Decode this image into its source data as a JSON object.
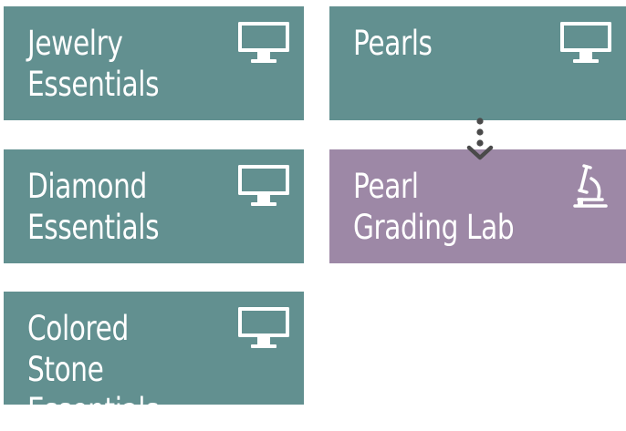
{
  "courses": [
    {
      "id": "jewelry",
      "title": "Jewelry\nEssentials",
      "type": "online",
      "icon": "monitor-icon"
    },
    {
      "id": "pearls",
      "title": "Pearls",
      "type": "online",
      "icon": "monitor-icon"
    },
    {
      "id": "diamond",
      "title": "Diamond\nEssentials",
      "type": "online",
      "icon": "monitor-icon"
    },
    {
      "id": "lab",
      "title": "Pearl\nGrading Lab",
      "type": "lab",
      "icon": "microscope-icon"
    },
    {
      "id": "colored",
      "title": "Colored\nStone Essentials",
      "type": "online",
      "icon": "monitor-icon"
    }
  ],
  "connections": [
    {
      "from": "pearls",
      "to": "lab",
      "style": "dotted-arrow"
    }
  ],
  "colors": {
    "online": "#629090",
    "lab": "#9d88a6",
    "connector": "#4a4a4a",
    "text": "#ffffff"
  }
}
